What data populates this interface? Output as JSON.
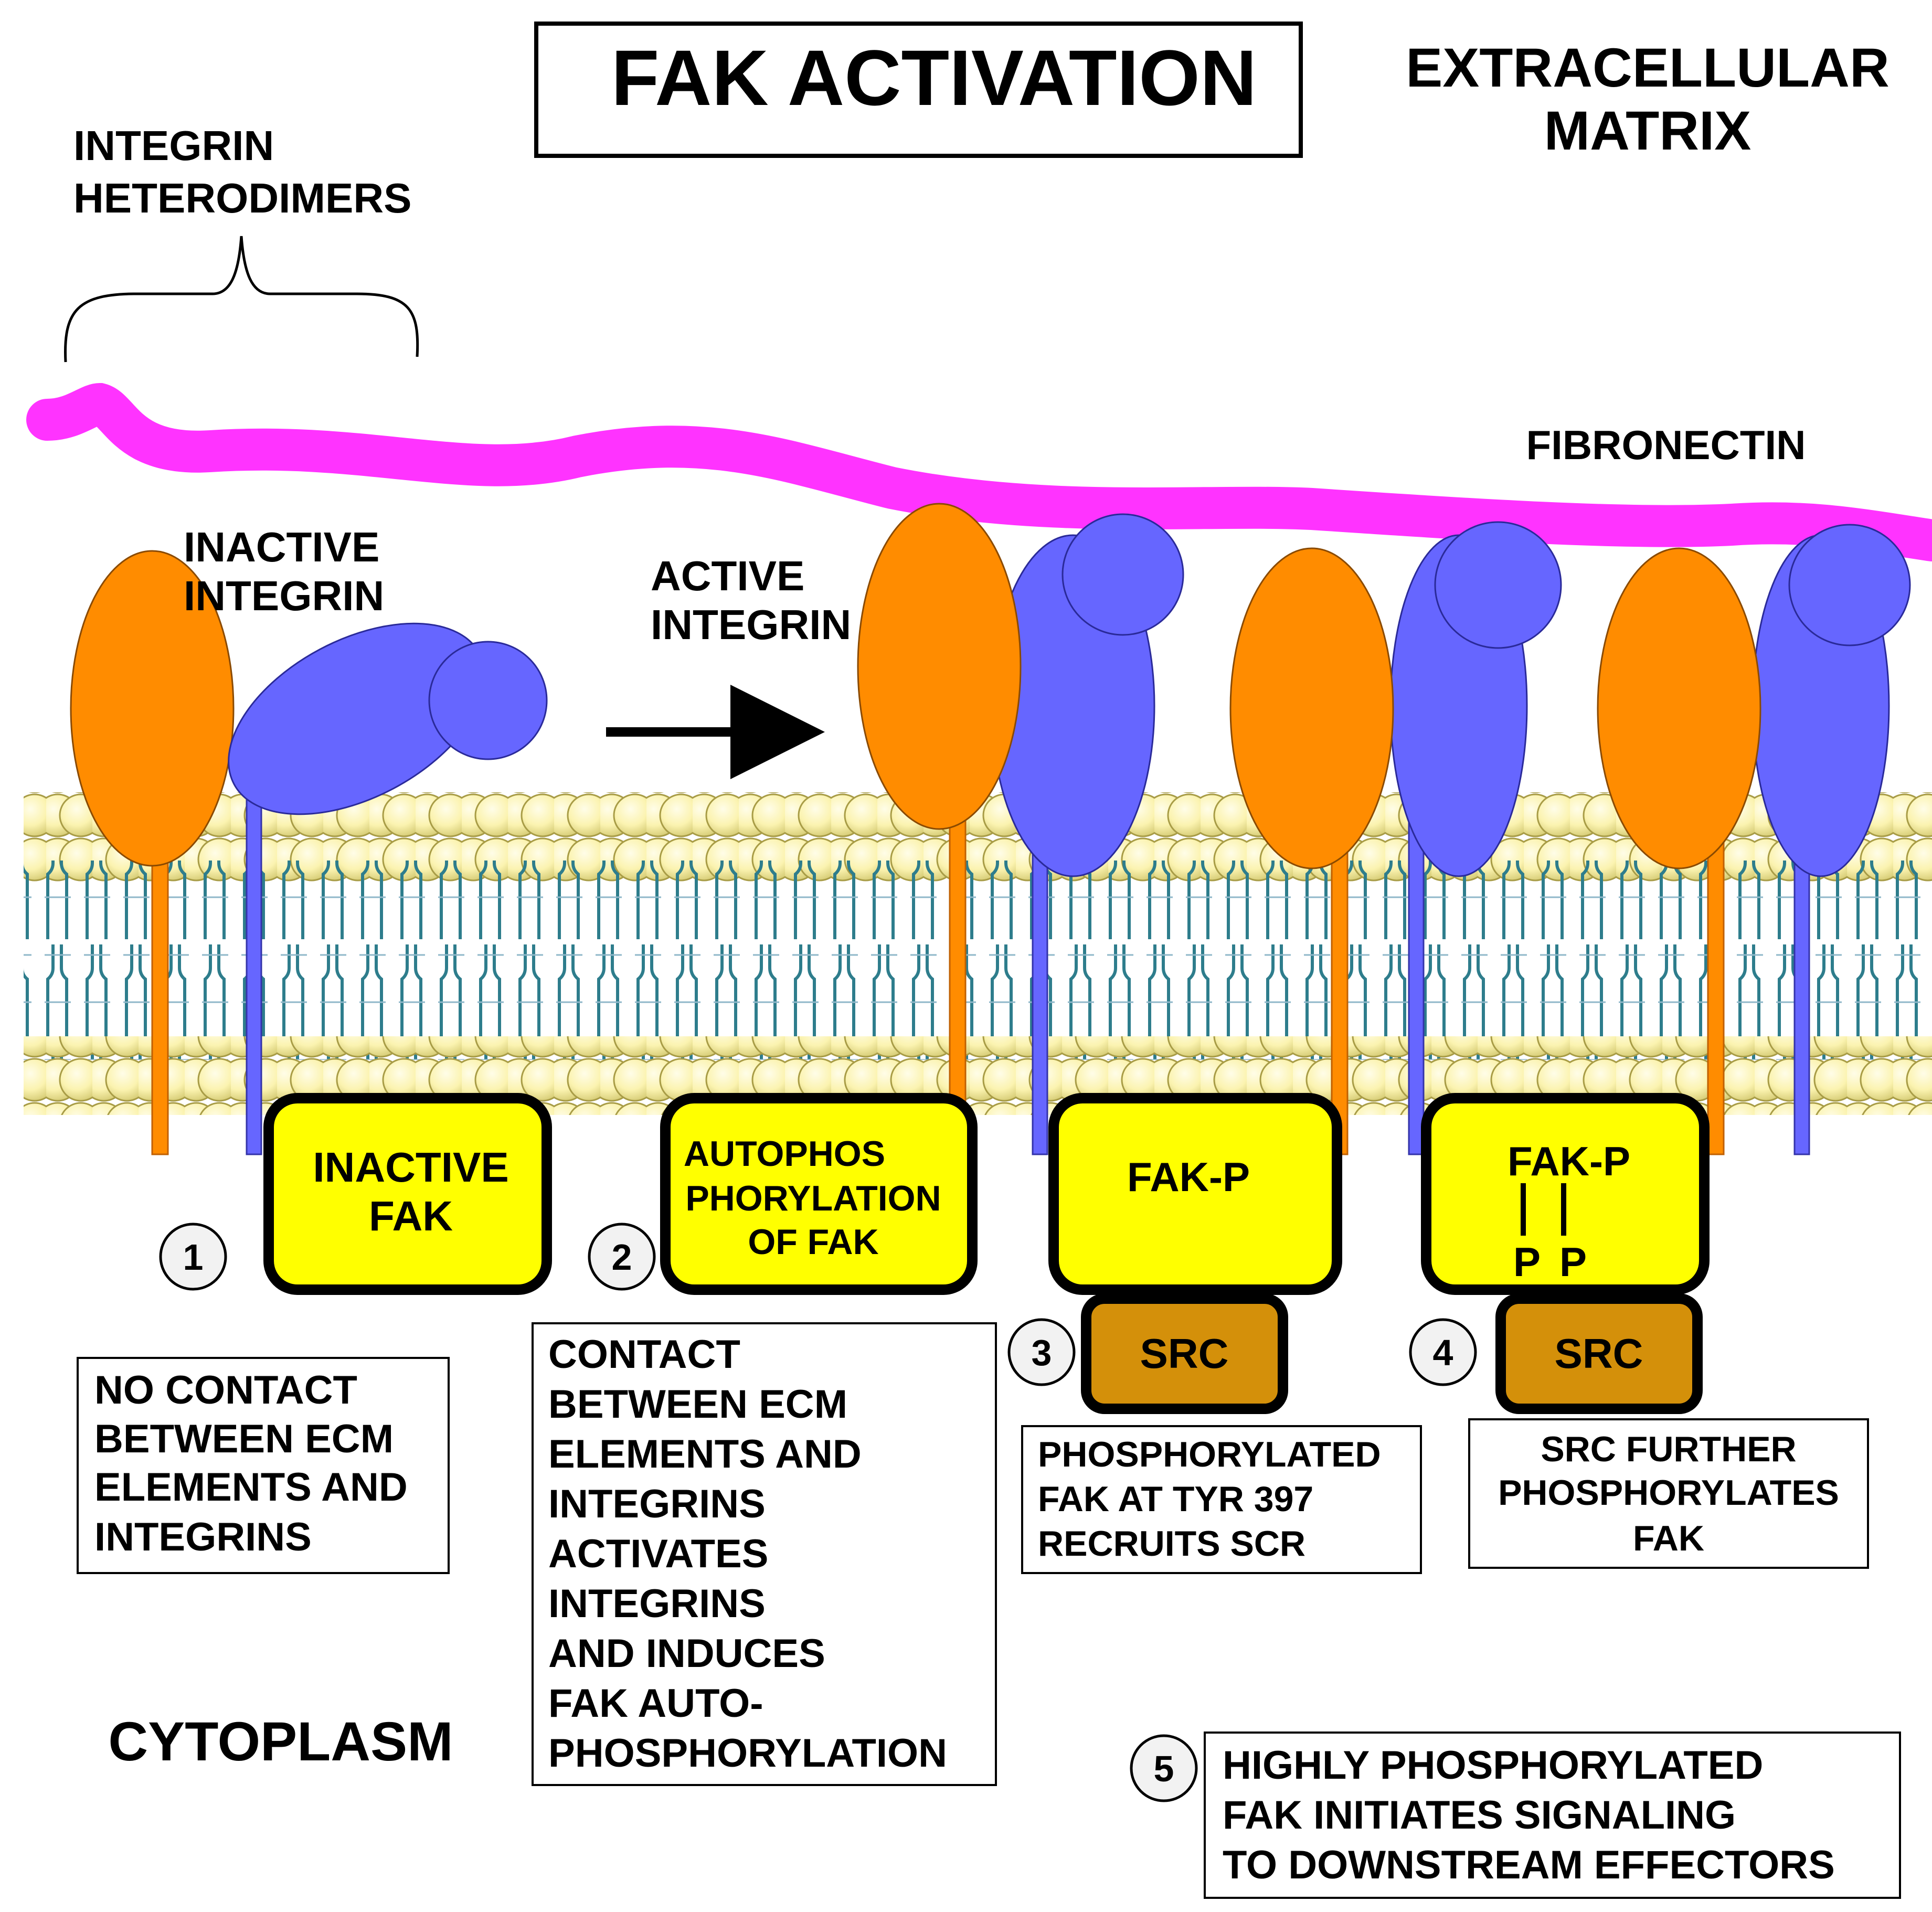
{
  "title": "FAK ACTIVATION",
  "regions": {
    "extracellular": [
      "EXTRACELLULAR",
      "MATRIX"
    ],
    "cytoplasm": "CYTOPLASM"
  },
  "labels": {
    "integrin_heterodimers": [
      "INTEGRIN",
      "HETERODIMERS"
    ],
    "fibronectin": "FIBRONECTIN",
    "inactive_integrin": [
      "INACTIVE",
      "INTEGRIN"
    ],
    "active_integrin": [
      "ACTIVE",
      "INTEGRIN"
    ]
  },
  "fak_boxes": {
    "inactive_fak": [
      "INACTIVE",
      "FAK"
    ],
    "autophosphorylation": [
      "AUTOPHOS",
      "PHORYLATION",
      "OF FAK"
    ],
    "fak_p_1": "FAK-P",
    "fak_p_2": "FAK-P",
    "phospho_p1": "P",
    "phospho_p2": "P"
  },
  "src_boxes": [
    "SRC",
    "SRC"
  ],
  "steps": [
    "1",
    "2",
    "3",
    "4",
    "5"
  ],
  "captions": {
    "step1": [
      "NO CONTACT",
      "BETWEEN ECM",
      "ELEMENTS AND",
      "INTEGRINS"
    ],
    "step2": [
      "CONTACT",
      "BETWEEN ECM",
      "ELEMENTS AND",
      "INTEGRINS",
      "ACTIVATES",
      "INTEGRINS",
      "AND INDUCES",
      "FAK AUTO-",
      "PHOSPHORYLATION"
    ],
    "step3": [
      "PHOSPHORYLATED",
      "FAK AT TYR 397",
      "RECRUITS SCR"
    ],
    "step4": [
      "SRC FURTHER",
      "PHOSPHORYLATES",
      "FAK"
    ],
    "step5": [
      "HIGHLY PHOSPHORYLATED",
      "FAK INITIATES SIGNALING",
      "TO DOWNSTREAM EFFECTORS"
    ]
  },
  "colors": {
    "alpha_subunit": "#ff8c00",
    "beta_subunit": "#6666ff",
    "fibronectin": "#ff33ff",
    "fak_box": "#ffff00",
    "src_box": "#d4900a",
    "lipid_head": "#fdf6b8",
    "lipid_tail": "#2e7d8c"
  }
}
